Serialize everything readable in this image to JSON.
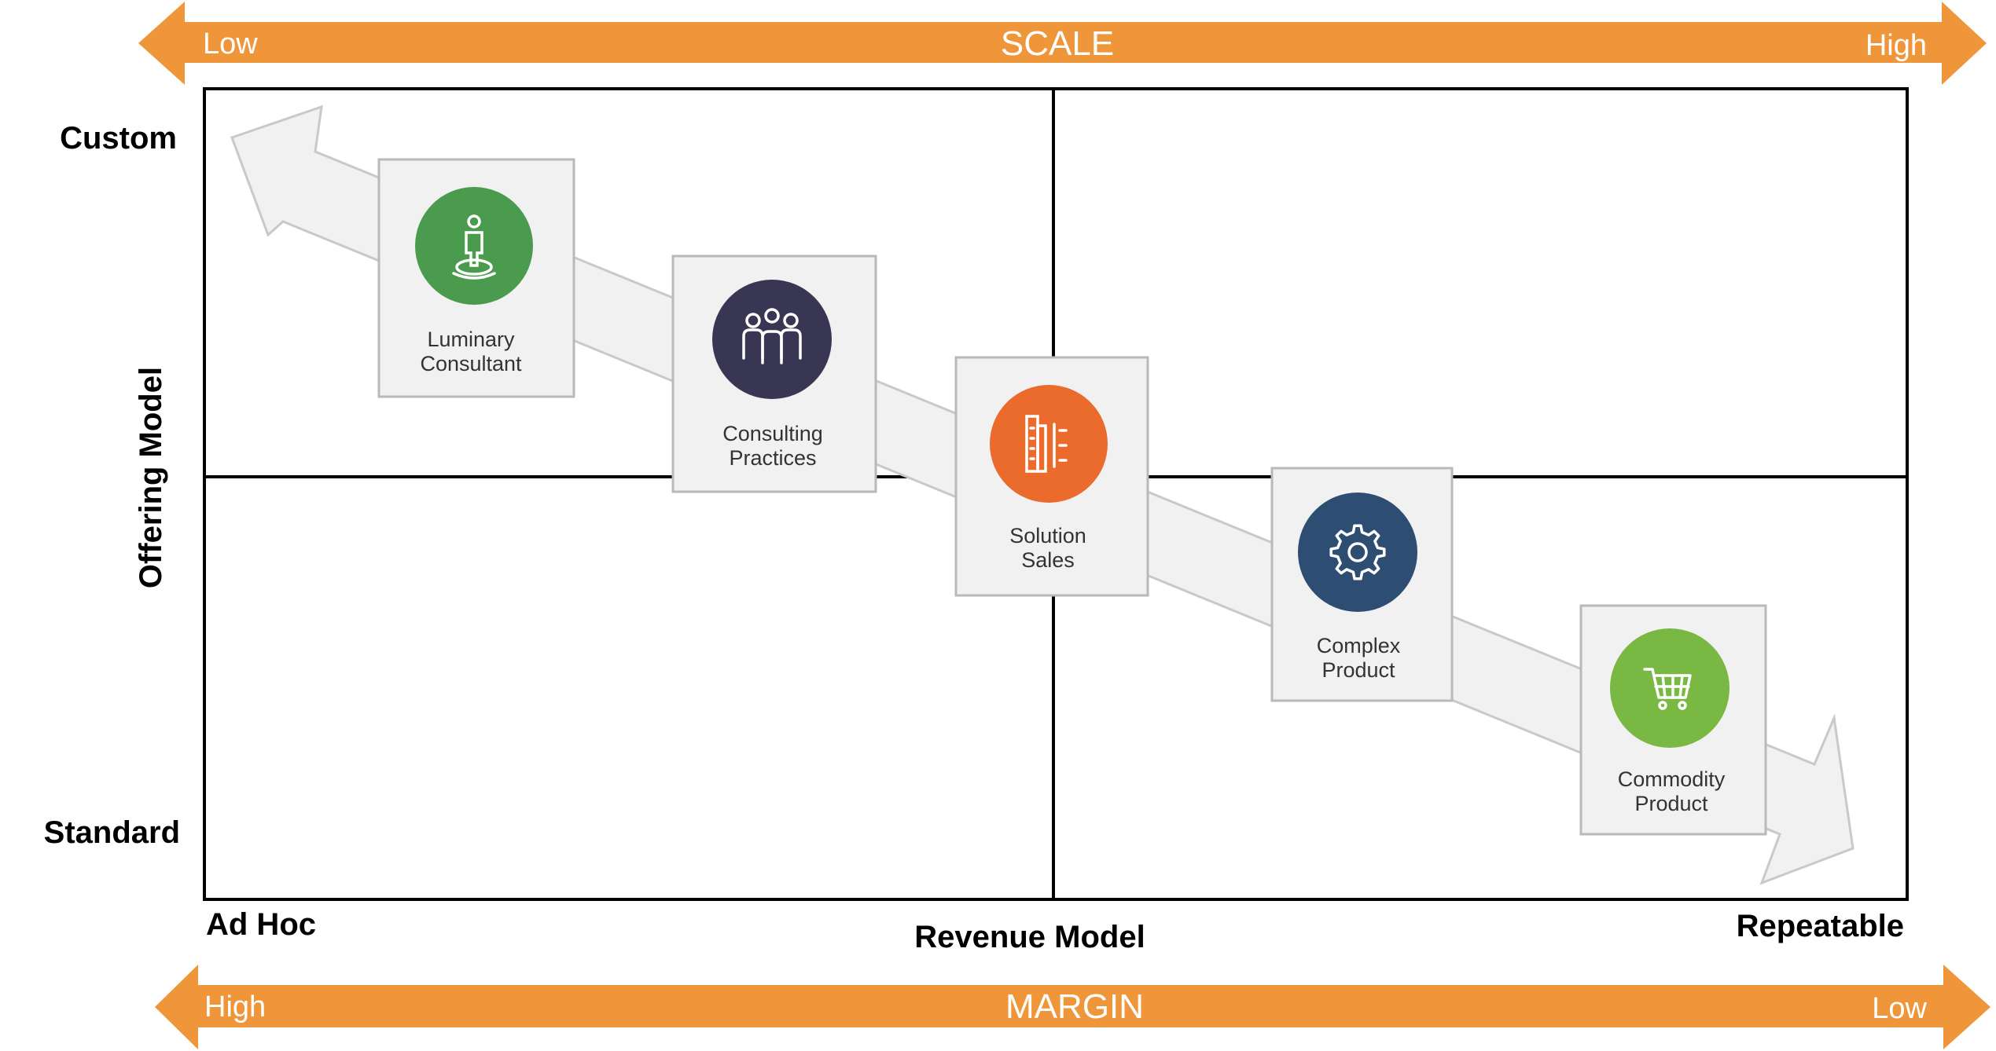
{
  "top_banner": {
    "left_label": "Low",
    "center_label": "SCALE",
    "right_label": "High"
  },
  "bottom_banner": {
    "left_label": "High",
    "center_label": "MARGIN",
    "right_label": "Low"
  },
  "y_axis": {
    "title": "Offering Model",
    "top_label": "Custom",
    "bottom_label": "Standard"
  },
  "x_axis": {
    "title": "Revenue Model",
    "left_label": "Ad Hoc",
    "right_label": "Repeatable"
  },
  "cards": [
    {
      "line1": "Luminary",
      "line2": "Consultant",
      "icon": "person-spotlight-icon",
      "color": "#4a9b4e"
    },
    {
      "line1": "Consulting",
      "line2": "Practices",
      "icon": "team-group-icon",
      "color": "#393654"
    },
    {
      "line1": "Solution",
      "line2": "Sales",
      "icon": "building-list-icon",
      "color": "#ea6b2c"
    },
    {
      "line1": "Complex",
      "line2": "Product",
      "icon": "gear-icon",
      "color": "#2e4d73"
    },
    {
      "line1": "Commodity",
      "line2": "Product",
      "icon": "shopping-cart-icon",
      "color": "#79b843"
    }
  ],
  "colors": {
    "banner": "#f0963a",
    "diagonal_arrow": "#f1f1f1",
    "card_bg": "#f1f1f1",
    "card_border": "#b9b9b9"
  }
}
